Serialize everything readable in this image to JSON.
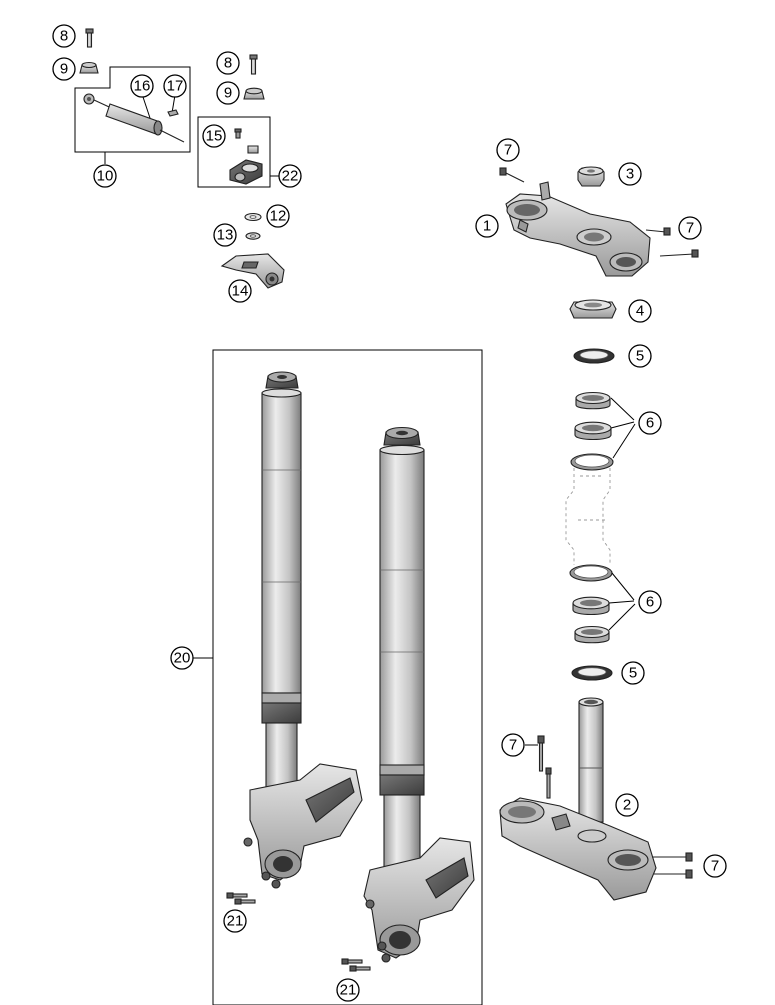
{
  "callouts": {
    "c1": "1",
    "c2": "2",
    "c3": "3",
    "c4": "4",
    "c5a": "5",
    "c5b": "5",
    "c6a": "6",
    "c6b": "6",
    "c7a": "7",
    "c7b": "7",
    "c7c": "7",
    "c7d": "7",
    "c8a": "8",
    "c8b": "8",
    "c9a": "9",
    "c9b": "9",
    "c10": "10",
    "c12": "12",
    "c13": "13",
    "c14": "14",
    "c15": "15",
    "c16": "16",
    "c17": "17",
    "c20": "20",
    "c21a": "21",
    "c21b": "21",
    "c22": "22"
  }
}
